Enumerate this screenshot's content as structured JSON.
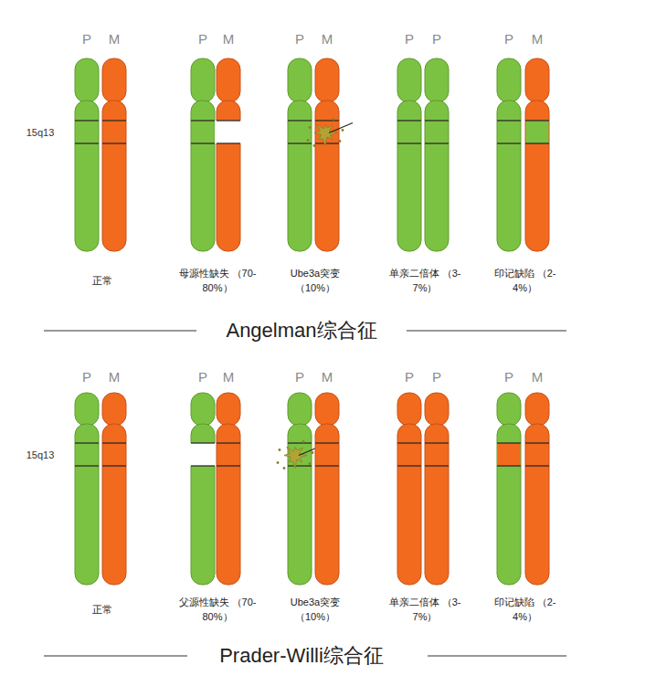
{
  "diagram": {
    "labels": [
      "P",
      "M",
      "P",
      "M",
      "P",
      "M",
      "P",
      "P",
      "P",
      "M",
      "15q13",
      "正常",
      "母源性缺失 （70-80%）",
      "Ube3a突变 （10%）",
      "单亲二倍体 （3-7%）",
      "印记缺陷 （2-4%）",
      "Angelman综合征",
      "P",
      "M",
      "P",
      "M",
      "P",
      "M",
      "P",
      "P",
      "P",
      "M",
      "15q13",
      "正常",
      "父源性缺失 （70-80%）",
      "Ube3a突变 （10%）",
      "单亲二倍体 （3-7%）",
      "印记缺陷 （2-4%）",
      "Prader-Willi综合征"
    ]
  }
}
